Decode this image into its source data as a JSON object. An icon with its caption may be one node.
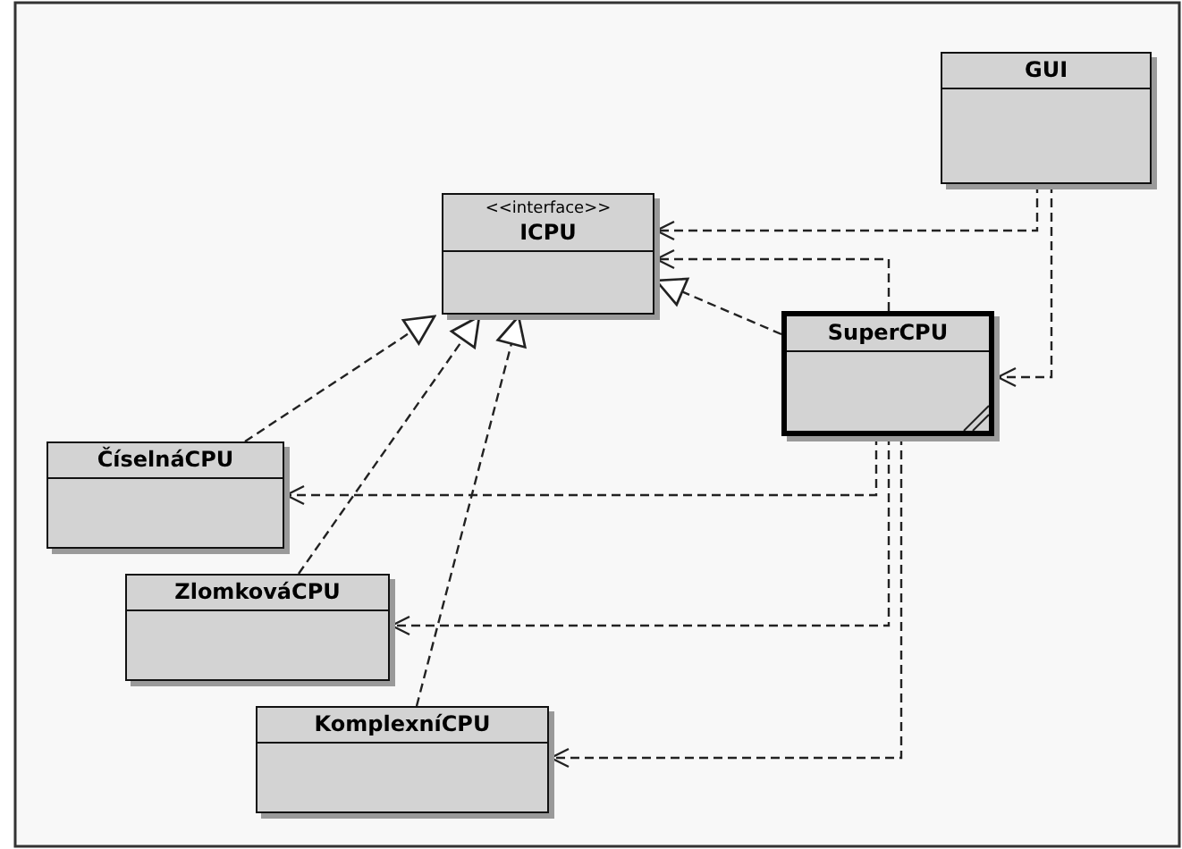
{
  "diagram": {
    "nodes": [
      {
        "text": [
          "GUI"
        ]
      },
      {
        "text": [
          "<<interface>>",
          "ICPU"
        ]
      },
      {
        "text": [
          "SuperCPU"
        ]
      },
      {
        "text": [
          "ČíselnáCPU"
        ]
      },
      {
        "text": [
          "ZlomkováCPU"
        ]
      },
      {
        "text": [
          "KomplexníCPU"
        ]
      }
    ],
    "edges": [
      {
        "from": 0,
        "to": 1,
        "arrow": "to"
      },
      {
        "from": 2,
        "to": 1,
        "arrow": "to"
      },
      {
        "from": 2,
        "to": 1,
        "arrow": "to"
      },
      {
        "from": 0,
        "to": 2,
        "arrow": "to"
      },
      {
        "from": 3,
        "to": 1,
        "arrow": "to"
      },
      {
        "from": 4,
        "to": 1,
        "arrow": "to"
      },
      {
        "from": 5,
        "to": 1,
        "arrow": "to"
      },
      {
        "from": 2,
        "to": 3,
        "arrow": "to"
      },
      {
        "from": 2,
        "to": 4,
        "arrow": "to"
      },
      {
        "from": 2,
        "to": 5,
        "arrow": "to"
      }
    ]
  }
}
